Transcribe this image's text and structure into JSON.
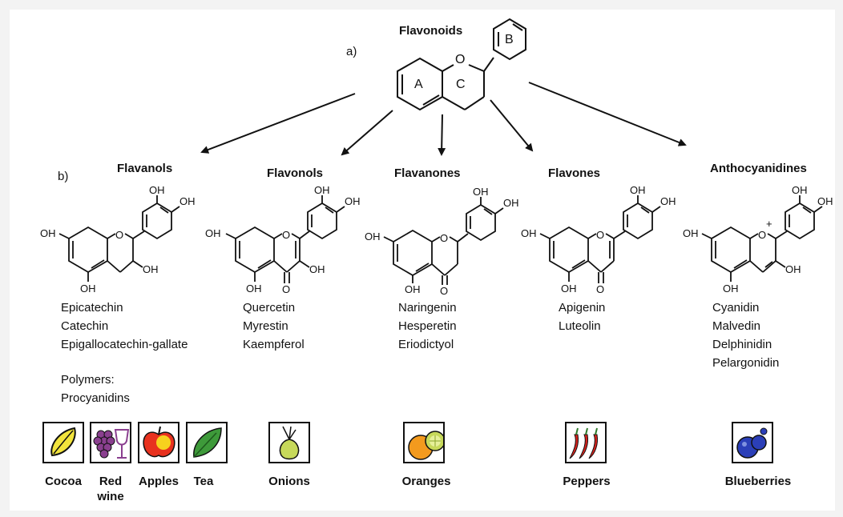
{
  "header": {
    "title": "Flavonoids",
    "part_a": "a)",
    "part_b": "b)",
    "ring_a": "A",
    "ring_b": "B",
    "ring_c": "C",
    "ring_o": "O"
  },
  "atoms": {
    "oh": "OH",
    "o": "O",
    "plus": "+"
  },
  "classes": [
    {
      "name": "Flavanols",
      "compounds": [
        "Epicatechin",
        "Catechin",
        "Epigallocatechin-gallate"
      ],
      "extra": [
        "Polymers:",
        "Procyanidins"
      ],
      "foods": [
        "Cocoa",
        "Red wine",
        "Apples",
        "Tea"
      ]
    },
    {
      "name": "Flavonols",
      "compounds": [
        "Quercetin",
        "Myrestin",
        "Kaempferol"
      ],
      "foods": [
        "Onions"
      ]
    },
    {
      "name": "Flavanones",
      "compounds": [
        "Naringenin",
        "Hesperetin",
        "Eriodictyol"
      ],
      "foods": [
        "Oranges"
      ]
    },
    {
      "name": "Flavones",
      "compounds": [
        "Apigenin",
        "Luteolin"
      ],
      "foods": [
        "Peppers"
      ]
    },
    {
      "name": "Anthocyanidines",
      "compounds": [
        "Cyanidin",
        "Malvedin",
        "Delphinidin",
        "Pelargonidin"
      ],
      "foods": [
        "Blueberries"
      ]
    }
  ],
  "food_icons": {
    "cocoa": "cocoa-pod-icon",
    "red_wine": "grapes-wine-icon",
    "apples": "apple-icon",
    "tea": "tea-leaf-icon",
    "onions": "onion-icon",
    "oranges": "orange-icon",
    "peppers": "chili-pepper-icon",
    "blueberries": "blueberry-icon"
  },
  "colors": {
    "cocoa": "#f2e43c",
    "grape": "#8a3f8f",
    "apple": "#e8321f",
    "tea": "#3e9a3a",
    "onion": "#c7d95a",
    "orange": "#f39a1e",
    "pepper": "#d8231d",
    "blueberry": "#2b3fb8"
  }
}
